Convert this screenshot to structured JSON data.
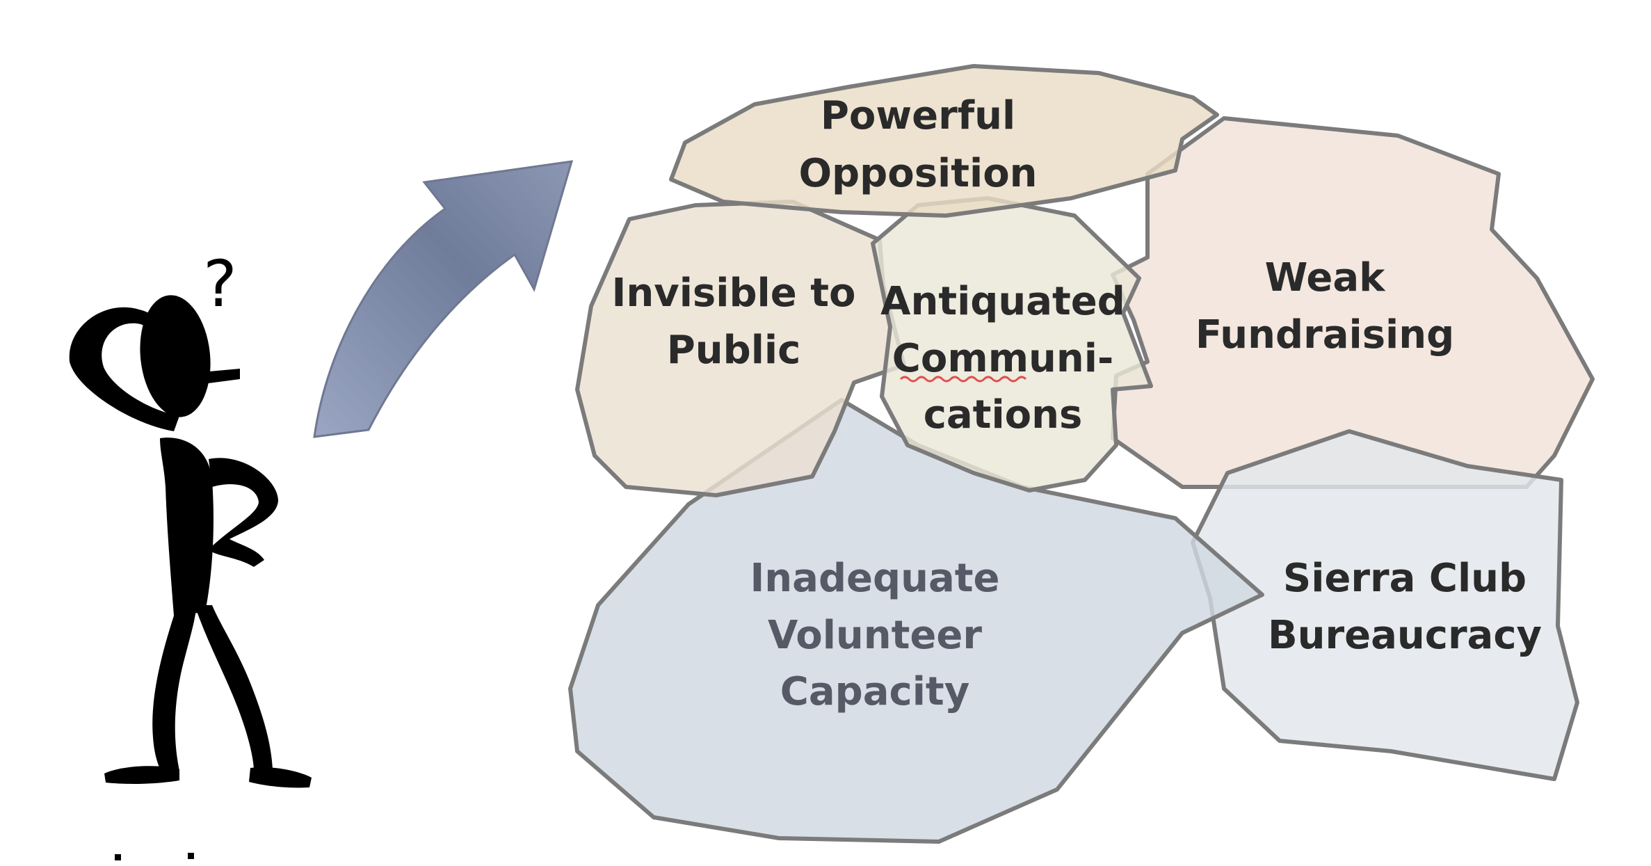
{
  "rocks": {
    "powerful_opposition": {
      "line1": "Powerful",
      "line2": "Opposition",
      "fill": "#e9ddc6"
    },
    "invisible_to_public": {
      "line1": "Invisible to",
      "line2": "Public",
      "fill": "#ece1d2"
    },
    "antiquated_communications": {
      "line1": "Antiquated",
      "line2": "Communi-",
      "line3": "cations",
      "fill": "#eae6d8"
    },
    "weak_fundraising": {
      "line1": "Weak",
      "line2": "Fundraising",
      "fill": "#f0e2d8"
    },
    "inadequate_volunteer_capacity": {
      "line1": "Inadequate",
      "line2": "Volunteer",
      "line3": "Capacity",
      "fill": "#cfd8e2"
    },
    "sierra_club_bureaucracy": {
      "line1": "Sierra Club",
      "line2": "Bureaucracy",
      "fill": "#e2e6ec"
    }
  },
  "figure": {
    "question_mark": "?",
    "icon": "confused-stick-figure-icon"
  },
  "arrow": {
    "icon": "curved-arrow-icon",
    "color": "#7f8aa6"
  },
  "colors": {
    "rock_outline": "#7b7b7b",
    "spellcheck_underline": "#e05050"
  }
}
